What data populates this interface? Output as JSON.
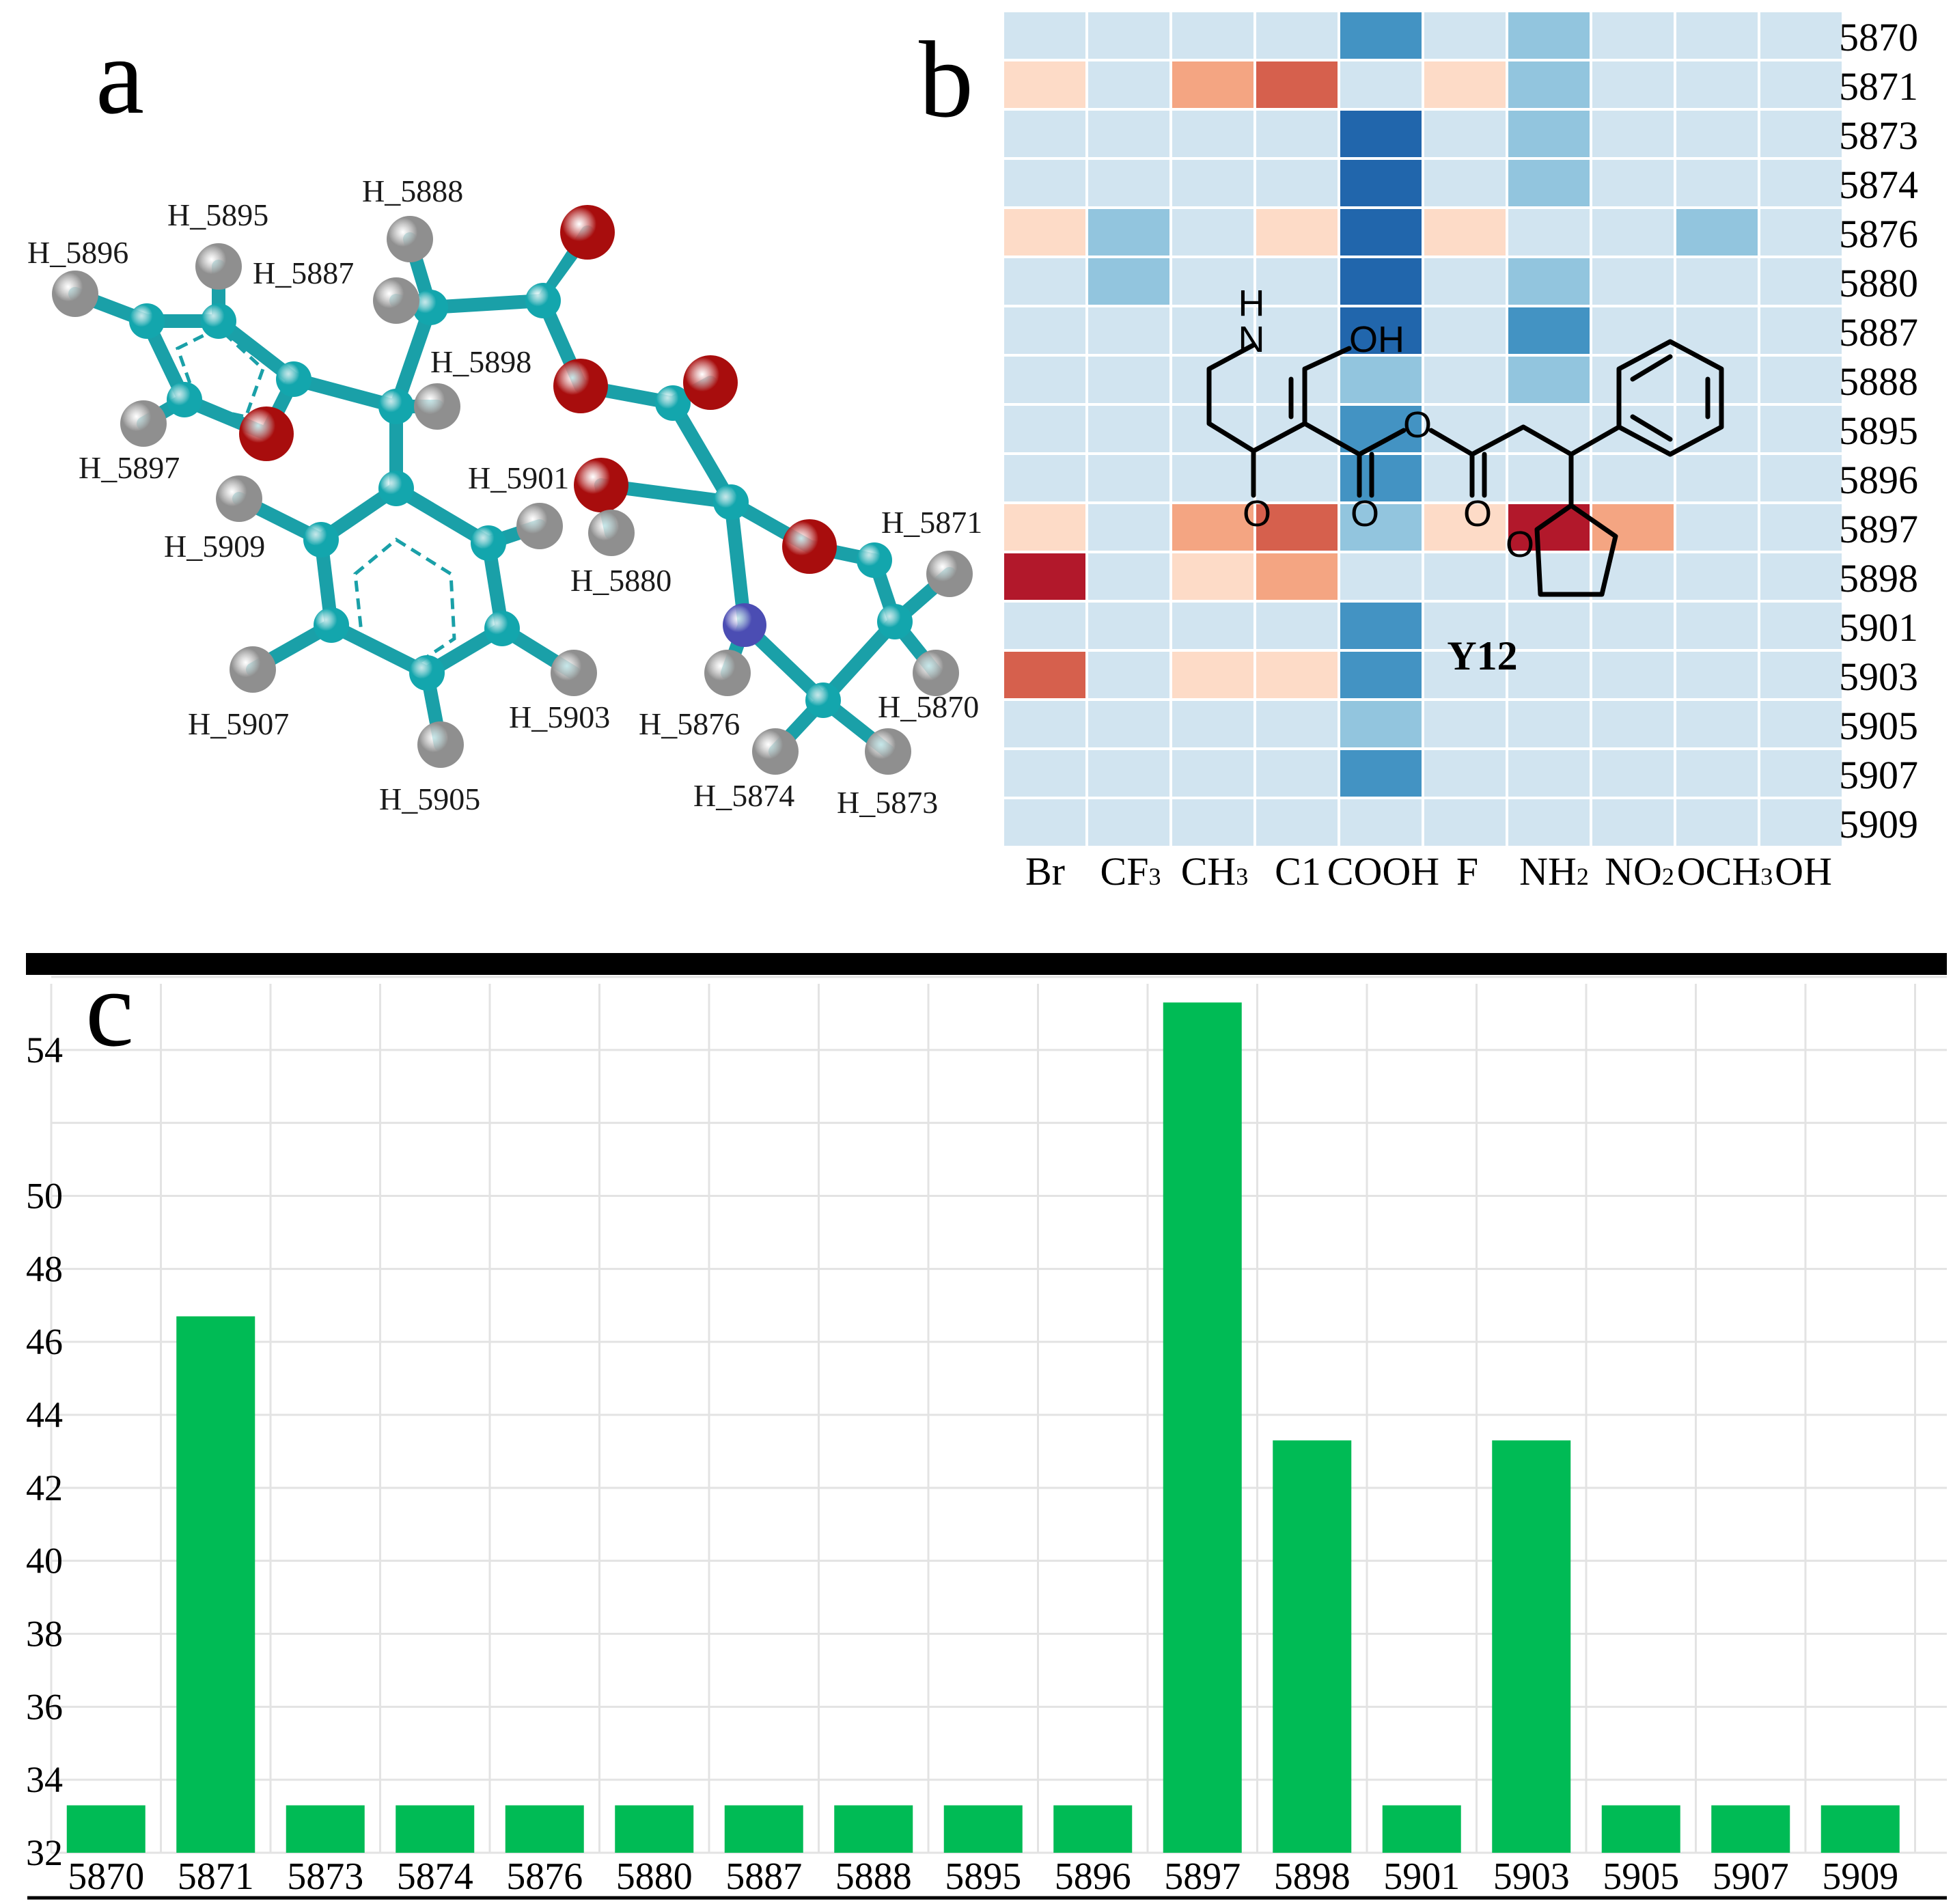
{
  "panels": {
    "a": "a",
    "b": "b",
    "c": "c"
  },
  "molecule_labels": [
    "H_5896",
    "H_5895",
    "H_5888",
    "H_5887",
    "H_5898",
    "H_5897",
    "H_5901",
    "H_5909",
    "H_5871",
    "H_5880",
    "H_5907",
    "H_5903",
    "H_5876",
    "H_5870",
    "H_5905",
    "H_5874",
    "H_5873"
  ],
  "structure": {
    "compound": "Y12",
    "nh_h": "H",
    "nh_n": "N",
    "oh": "OH",
    "ester_o": "O",
    "keto_o1": "O",
    "keto_o2": "O",
    "keto_o3": "O",
    "furan_o": "O"
  },
  "colors": {
    "bar": "#00bb55",
    "atom_c": "#13a6ad",
    "atom_h": "#8f8f8f",
    "atom_o": "#a80d0d",
    "atom_n": "#4b4db3",
    "heat_base": "#d1e4f0",
    "heat_light_blue": "#92c5de",
    "heat_mid_blue": "#4393c3",
    "heat_dark_blue": "#2166ac",
    "heat_light_red": "#fddbc7",
    "heat_mid_red": "#f4a582",
    "heat_red": "#d6604d",
    "heat_dark_red": "#b2182b"
  },
  "chart_data": [
    {
      "type": "heatmap",
      "rows": [
        "5870",
        "5871",
        "5873",
        "5874",
        "5876",
        "5880",
        "5887",
        "5888",
        "5895",
        "5896",
        "5897",
        "5898",
        "5901",
        "5903",
        "5905",
        "5907",
        "5909"
      ],
      "columns": [
        {
          "base": "Br",
          "sub": ""
        },
        {
          "base": "CF",
          "sub": "3"
        },
        {
          "base": "CH",
          "sub": "3"
        },
        {
          "base": "C1",
          "sub": ""
        },
        {
          "base": "COOH",
          "sub": ""
        },
        {
          "base": "F",
          "sub": ""
        },
        {
          "base": "NH",
          "sub": "2"
        },
        {
          "base": "NO",
          "sub": "2"
        },
        {
          "base": "OCH",
          "sub": "3"
        },
        {
          "base": "OH",
          "sub": ""
        }
      ],
      "scale": "diverging: -3 = dark blue, 0 = pale blue, 4 = dark red",
      "values": [
        [
          0,
          0,
          0,
          0,
          -2,
          0,
          -1,
          0,
          0,
          0
        ],
        [
          1,
          0,
          2,
          3,
          0,
          1,
          -1,
          0,
          0,
          0
        ],
        [
          0,
          0,
          0,
          0,
          -3,
          0,
          -1,
          0,
          0,
          0
        ],
        [
          0,
          0,
          0,
          0,
          -3,
          0,
          -1,
          0,
          0,
          0
        ],
        [
          1,
          -1,
          0,
          1,
          -3,
          1,
          0,
          0,
          -1,
          0
        ],
        [
          0,
          -1,
          0,
          0,
          -3,
          0,
          -1,
          0,
          0,
          0
        ],
        [
          0,
          0,
          0,
          0,
          -3,
          0,
          -2,
          0,
          0,
          0
        ],
        [
          0,
          0,
          0,
          0,
          -1,
          0,
          -1,
          0,
          0,
          0
        ],
        [
          0,
          0,
          0,
          0,
          -2,
          0,
          0,
          0,
          0,
          0
        ],
        [
          0,
          0,
          0,
          0,
          -2,
          0,
          0,
          0,
          0,
          0
        ],
        [
          1,
          0,
          2,
          3,
          -1,
          1,
          4,
          2,
          0,
          0
        ],
        [
          4,
          0,
          1,
          2,
          0,
          0,
          0,
          0,
          0,
          0
        ],
        [
          0,
          0,
          0,
          0,
          -2,
          0,
          0,
          0,
          0,
          0
        ],
        [
          3,
          0,
          1,
          1,
          -2,
          0,
          0,
          0,
          0,
          0
        ],
        [
          0,
          0,
          0,
          0,
          -1,
          0,
          0,
          0,
          0,
          0
        ],
        [
          0,
          0,
          0,
          0,
          -2,
          0,
          0,
          0,
          0,
          0
        ],
        [
          0,
          0,
          0,
          0,
          0,
          0,
          0,
          0,
          0,
          0
        ]
      ]
    },
    {
      "type": "bar",
      "categories": [
        "5870",
        "5871",
        "5873",
        "5874",
        "5876",
        "5880",
        "5887",
        "5888",
        "5895",
        "5896",
        "5897",
        "5898",
        "5901",
        "5903",
        "5905",
        "5907",
        "5909"
      ],
      "values": [
        33.3,
        46.7,
        33.3,
        33.3,
        33.3,
        33.3,
        33.3,
        33.3,
        33.3,
        33.3,
        55.3,
        43.3,
        33.3,
        43.3,
        33.3,
        33.3,
        33.3
      ],
      "ylim": [
        32,
        56
      ],
      "yticks": [
        32,
        34,
        36,
        38,
        40,
        42,
        44,
        46,
        48,
        50,
        54
      ],
      "grid": true
    }
  ]
}
